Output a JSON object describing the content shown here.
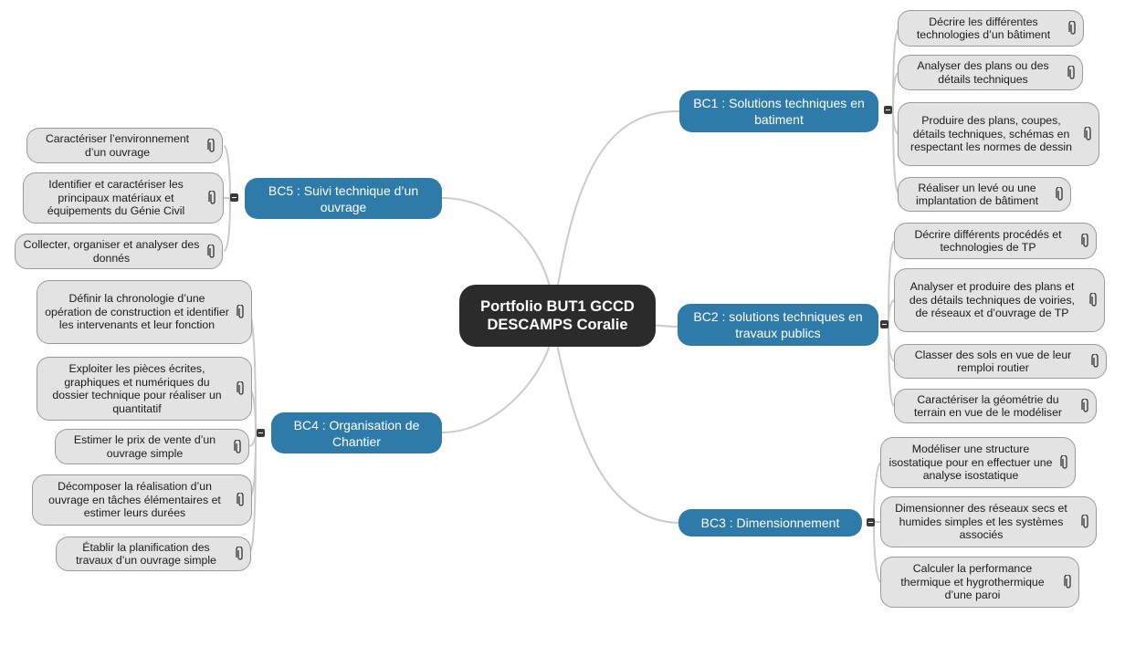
{
  "root": {
    "title": "Portfolio BUT1 GCCD DESCAMPS Coralie"
  },
  "branches": {
    "bc1": {
      "label": "BC1 : Solutions techniques en batiment",
      "items": [
        "Décrire les différentes technologies d’un bâtiment",
        "Analyser des plans ou des détails techniques",
        "Produire des plans, coupes, détails techniques, schémas en respectant les normes de dessin",
        "Réaliser un levé ou une implantation de bâtiment"
      ]
    },
    "bc2": {
      "label": "BC2 : solutions techniques en travaux publics",
      "items": [
        "Décrire différents procédés et technologies de TP",
        "Analyser et produire des plans et des détails techniques de voiries, de réseaux et d’ouvrage de TP",
        "Classer des sols en vue de leur remploi routier",
        "Caractériser la géométrie du terrain en vue de le modéliser"
      ]
    },
    "bc3": {
      "label": "BC3 : Dimensionnement",
      "items": [
        "Modéliser une structure isostatique pour en effectuer une analyse isostatique",
        "Dimensionner des réseaux secs et humides simples et les systèmes associés",
        "Calculer la performance thermique et hygrothermique d’une paroi"
      ]
    },
    "bc4": {
      "label": "BC4 : Organisation de Chantier",
      "items": [
        "Définir la chronologie d’une opération de construction et identifier les intervenants et leur fonction",
        "Exploiter les pièces écrites, graphiques et numériques du dossier technique pour réaliser un quantitatif",
        "Estimer le prix de vente d’un ouvrage simple",
        "Décomposer la réalisation d’un ouvrage en tâches élémentaires et estimer leurs durées",
        "Établir la planification des travaux d’un ouvrage simple"
      ]
    },
    "bc5": {
      "label": "BC5 : Suivi technique d’un ouvrage",
      "items": [
        "Caractériser l’environnement d’un ouvrage",
        "Identifier et caractériser les principaux matériaux et équipements du Génie Civil",
        "Collecter, organiser et analyser des donnés"
      ]
    }
  },
  "icons": {
    "attachment": "paperclip-icon",
    "collapse": "collapse-toggle-icon"
  },
  "colors": {
    "root_bg": "#2b2b2b",
    "branch_bg": "#2e7ba9",
    "leaf_bg": "#e3e3e3",
    "connector": "#c8c8c8"
  }
}
